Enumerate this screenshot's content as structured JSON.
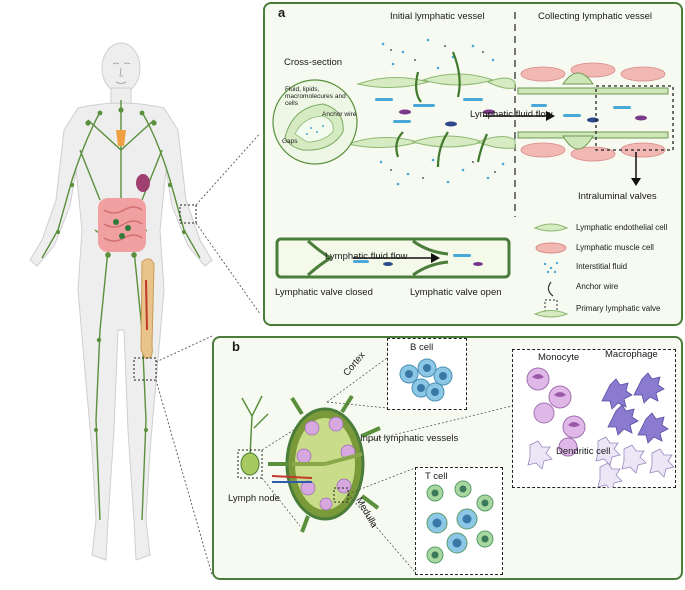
{
  "panels": {
    "a": {
      "letter": "a",
      "initial_vessel": "Initial lymphatic vessel",
      "collecting_vessel": "Collecting lymphatic vessel",
      "cross_section": "Cross-section",
      "fluid_note": "Fluid, lipids, macromolecures and cells",
      "anchor_wire_inline": "Anchor wire",
      "gaps": "Gaps",
      "flow_top": "Lymphatic fluid flow",
      "intraluminal_valves": "Intraluminal valves",
      "flow_bottom": "Lymphatic fluid flow",
      "valve_closed": "Lymphatic valve closed",
      "valve_open": "Lymphatic valve open"
    },
    "legend": [
      {
        "label": "Lymphatic endothelial cell",
        "icon": "endothelial-cell-icon"
      },
      {
        "label": "Lymphatic muscle cell",
        "icon": "muscle-cell-icon"
      },
      {
        "label": "Interstitial fluid",
        "icon": "interstitial-fluid-icon"
      },
      {
        "label": "Anchor wire",
        "icon": "anchor-wire-icon"
      },
      {
        "label": "Primary lymphatic valve",
        "icon": "primary-valve-icon"
      }
    ],
    "b": {
      "letter": "b",
      "b_cell": "B cell",
      "cortex": "Cortex",
      "input_vessels": "Input lymphatic vessels",
      "lymph_node": "Lymph node",
      "medulla": "Medulla",
      "t_cell": "T cell",
      "monocyte": "Monocyte",
      "macrophage": "Macrophage",
      "dendritic_cell": "Dendritic cell"
    }
  },
  "colors": {
    "lymph_green": "#5a8f3c",
    "endothelial": "#cfe6b8",
    "muscle": "#f2b8b4",
    "fluid_blue": "#4aa8d8",
    "b_cell": "#8cc8e6",
    "t_cell_green": "#a8d8a0",
    "monocyte": "#d8b0e0",
    "macrophage": "#9a8ad0",
    "intestine": "#f0a0a0"
  }
}
